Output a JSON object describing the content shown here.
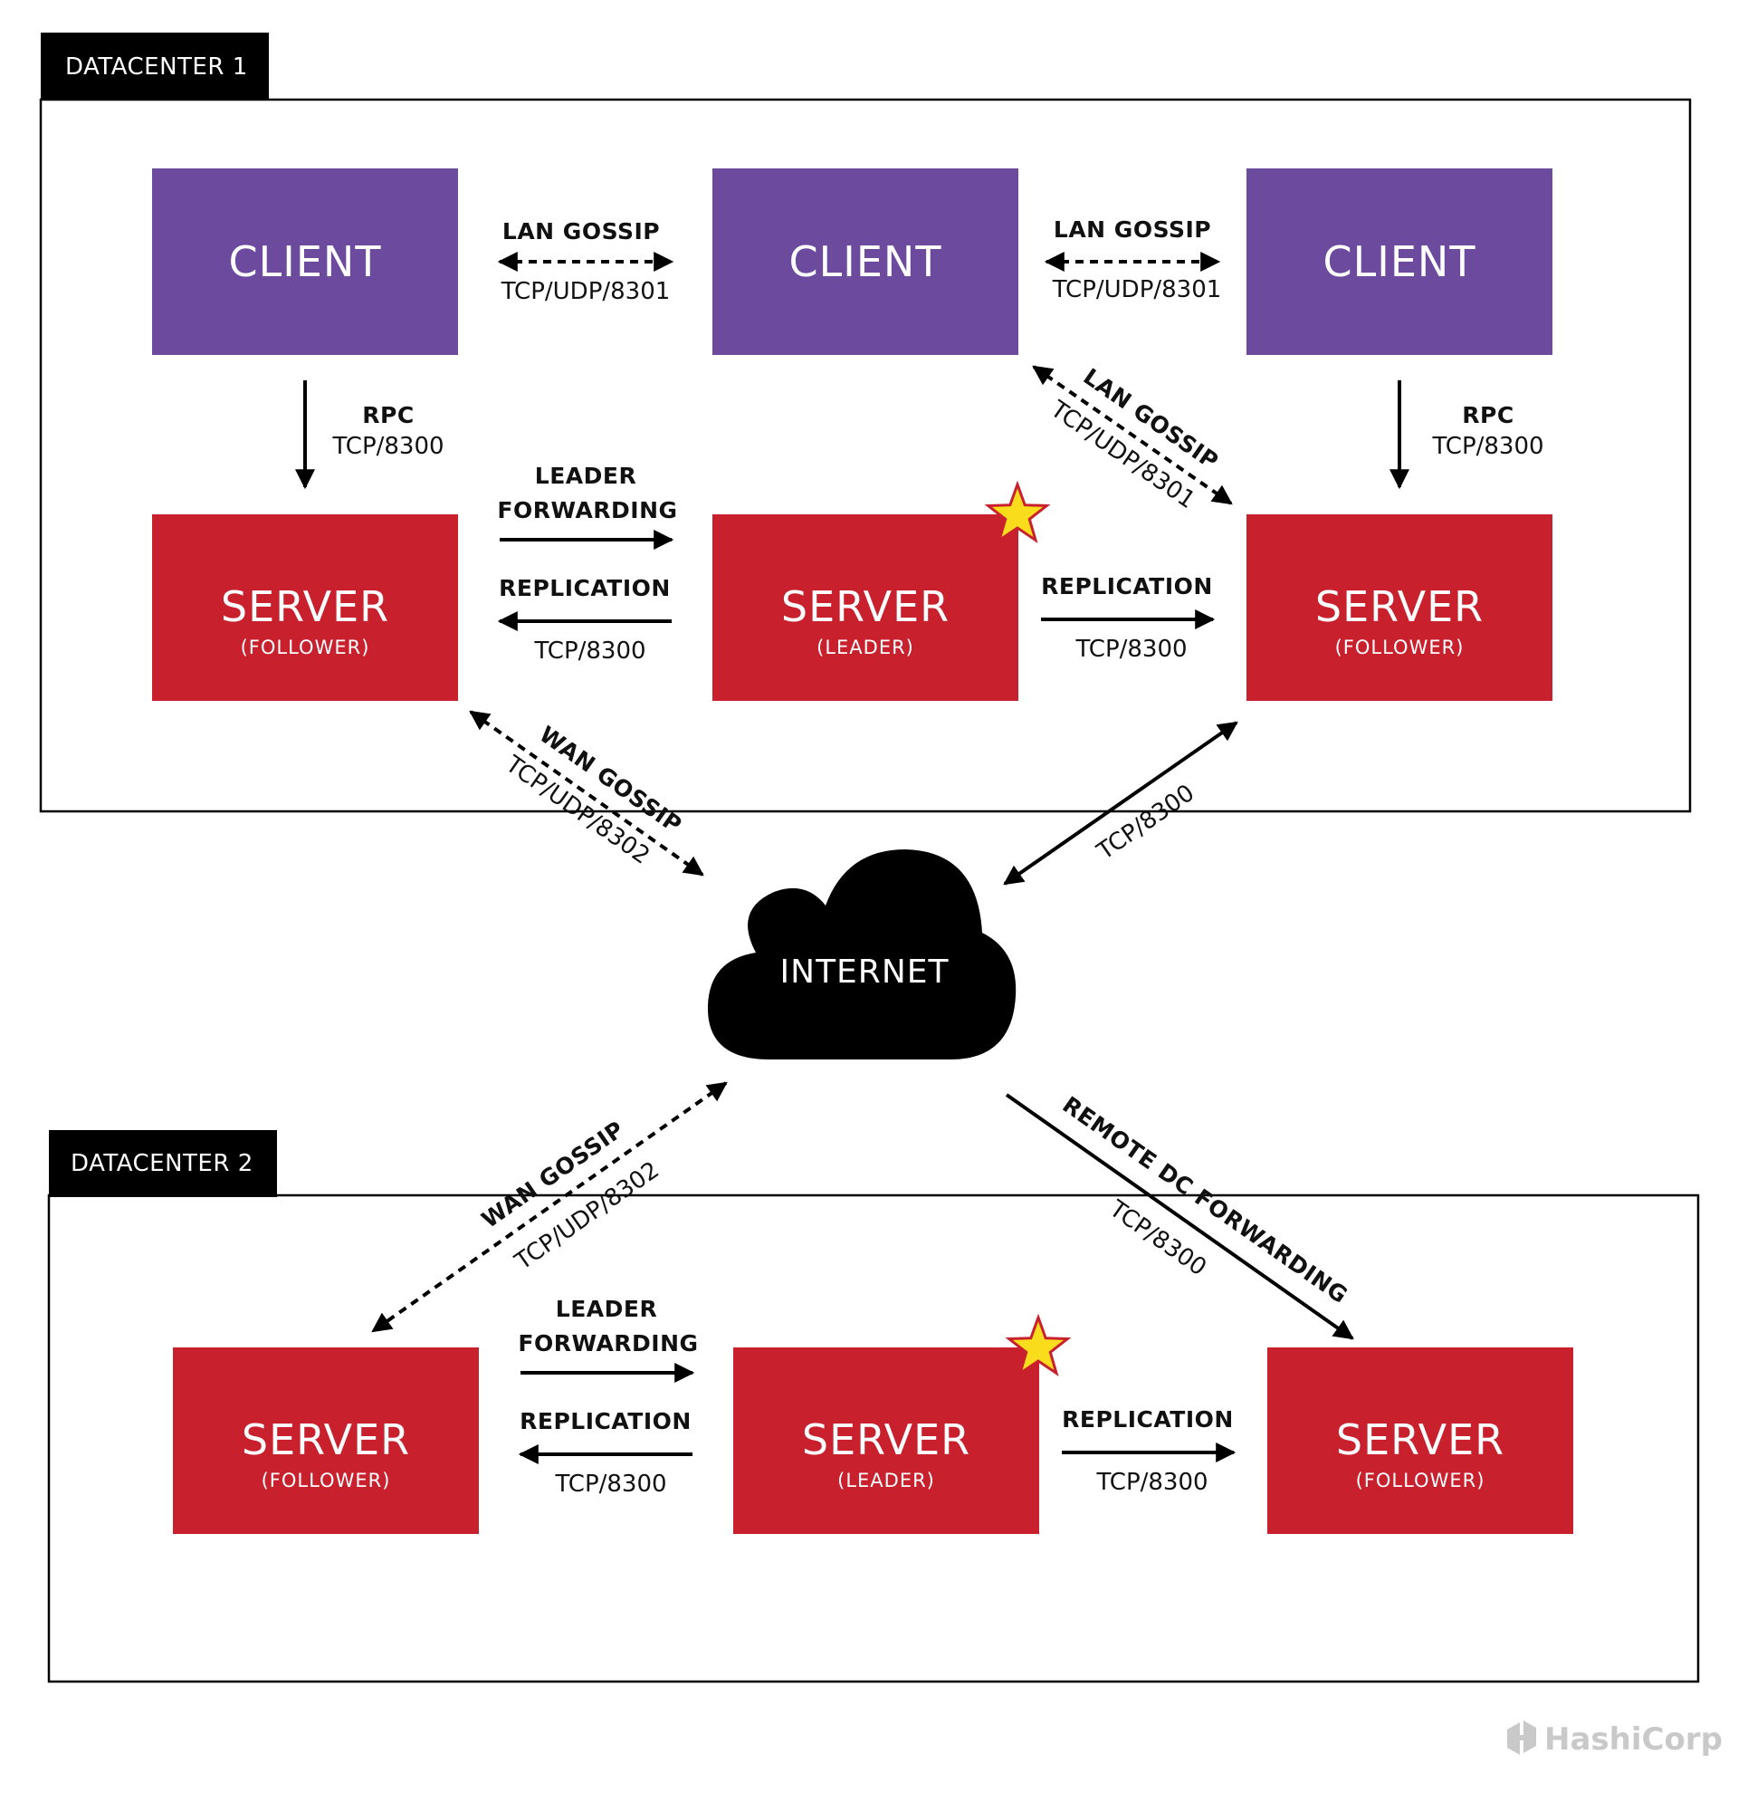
{
  "datacenter1": {
    "tab": "DATACENTER 1",
    "clients": [
      "CLIENT",
      "CLIENT",
      "CLIENT"
    ],
    "servers": [
      {
        "title": "SERVER",
        "role": "(FOLLOWER)"
      },
      {
        "title": "SERVER",
        "role": "(LEADER)"
      },
      {
        "title": "SERVER",
        "role": "(FOLLOWER)"
      }
    ],
    "lan_gossip_1": {
      "title": "LAN GOSSIP",
      "port": "TCP/UDP/8301"
    },
    "lan_gossip_2": {
      "title": "LAN GOSSIP",
      "port": "TCP/UDP/8301"
    },
    "lan_gossip_diag": {
      "title": "LAN GOSSIP",
      "port": "TCP/UDP/8301"
    },
    "rpc_left": {
      "title": "RPC",
      "port": "TCP/8300"
    },
    "rpc_right": {
      "title": "RPC",
      "port": "TCP/8300"
    },
    "leader_forwarding": {
      "line1": "LEADER",
      "line2": "FORWARDING"
    },
    "replication_left": {
      "title": "REPLICATION",
      "port": "TCP/8300"
    },
    "replication_right": {
      "title": "REPLICATION",
      "port": "TCP/8300"
    }
  },
  "internet": {
    "label": "INTERNET",
    "wan_gossip_top": {
      "title": "WAN GOSSIP",
      "port": "TCP/UDP/8302"
    },
    "tcp_top_right": "TCP/8300",
    "wan_gossip_bottom": {
      "title": "WAN GOSSIP",
      "port": "TCP/UDP/8302"
    },
    "remote_dc": {
      "title": "REMOTE DC FORWARDING",
      "port": "TCP/8300"
    }
  },
  "datacenter2": {
    "tab": "DATACENTER 2",
    "servers": [
      {
        "title": "SERVER",
        "role": "(FOLLOWER)"
      },
      {
        "title": "SERVER",
        "role": "(LEADER)"
      },
      {
        "title": "SERVER",
        "role": "(FOLLOWER)"
      }
    ],
    "leader_forwarding": {
      "line1": "LEADER",
      "line2": "FORWARDING"
    },
    "replication_left": {
      "title": "REPLICATION",
      "port": "TCP/8300"
    },
    "replication_right": {
      "title": "REPLICATION",
      "port": "TCP/8300"
    }
  },
  "logo": {
    "text": "HashiCorp",
    "icon": "hashicorp-logo-icon"
  },
  "colors": {
    "client": "#6c4a9e",
    "server": "#c8202c",
    "star": "#f9dc1c",
    "ink": "#000000"
  }
}
